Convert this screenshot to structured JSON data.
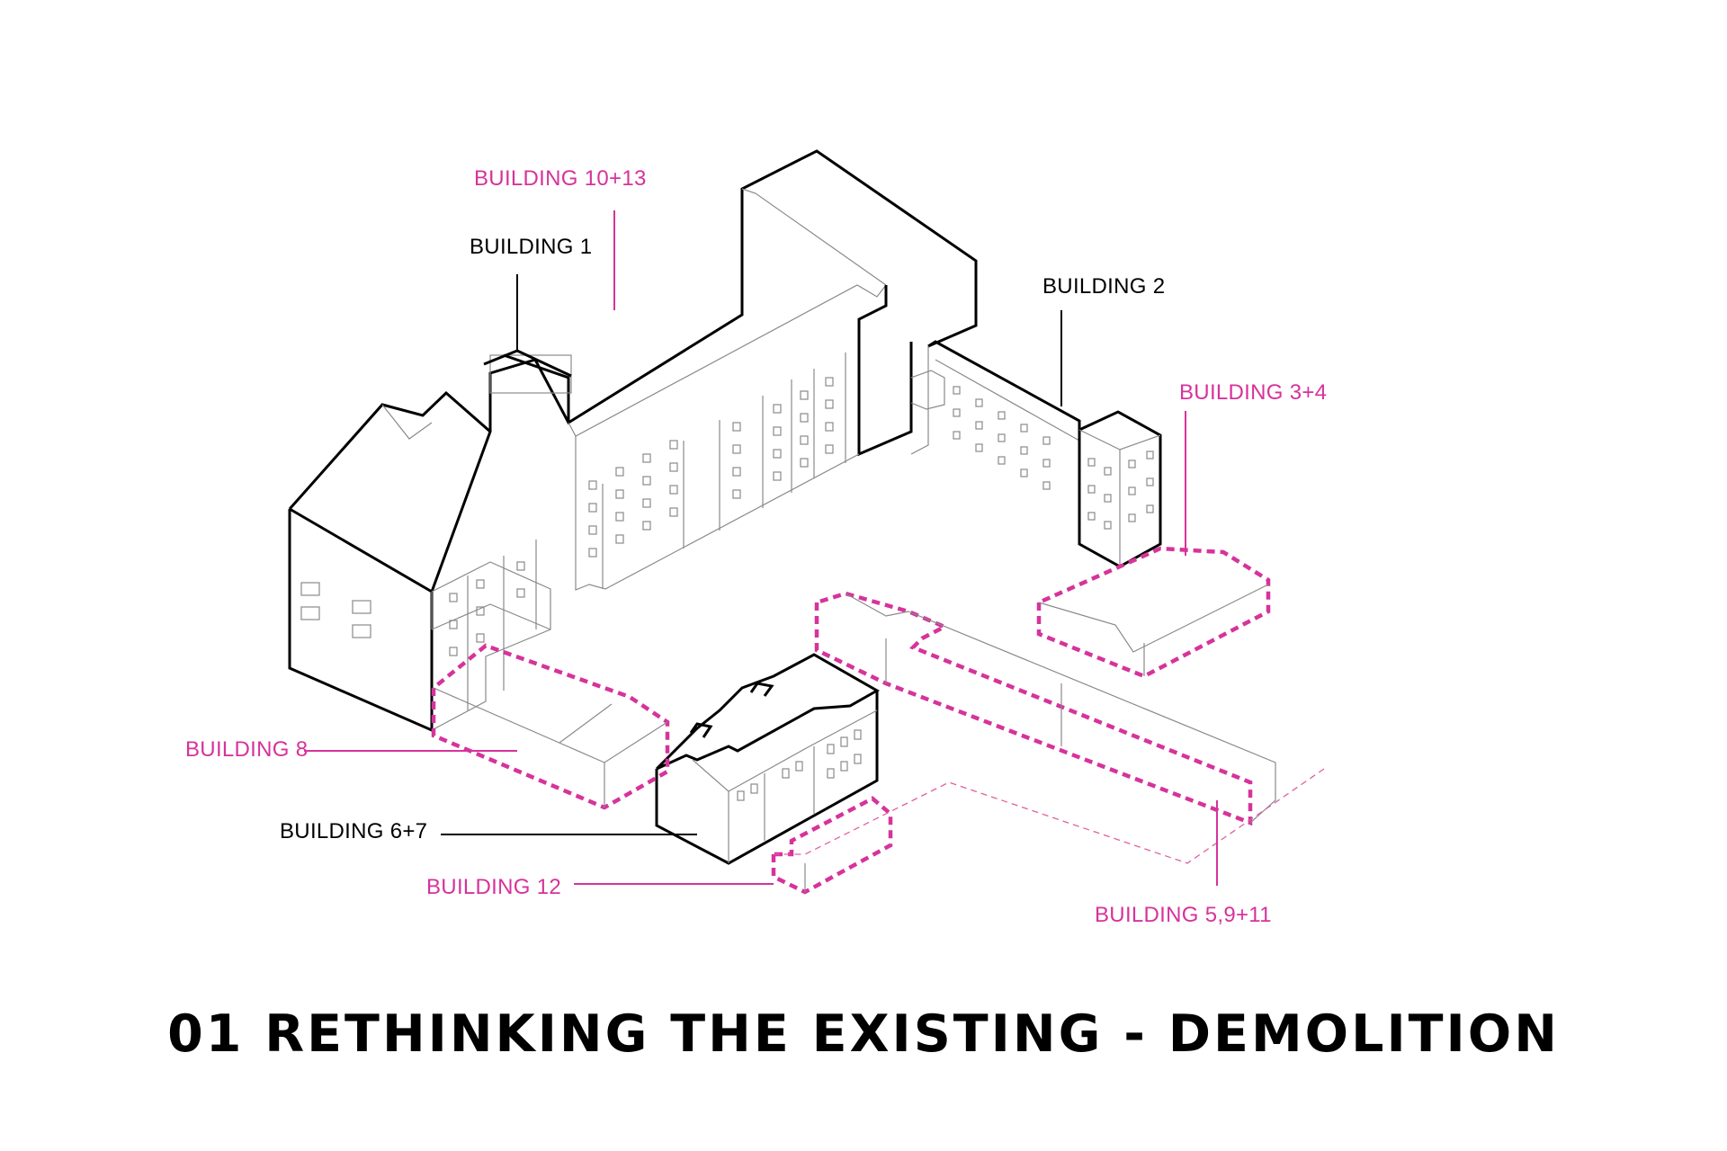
{
  "title": "01 RETHINKING THE EXISTING - DEMOLITION",
  "colors": {
    "existing": "#000000",
    "demolition": "#d6339b",
    "background": "#ffffff"
  },
  "labels": {
    "building_10_13": "BUILDING 10+13",
    "building_1": "BUILDING 1",
    "building_2": "BUILDING 2",
    "building_3_4": "BUILDING 3+4",
    "building_8": "BUILDING 8",
    "building_6_7": "BUILDING 6+7",
    "building_12": "BUILDING 12",
    "building_5_9_11": "BUILDING 5,9+11"
  }
}
